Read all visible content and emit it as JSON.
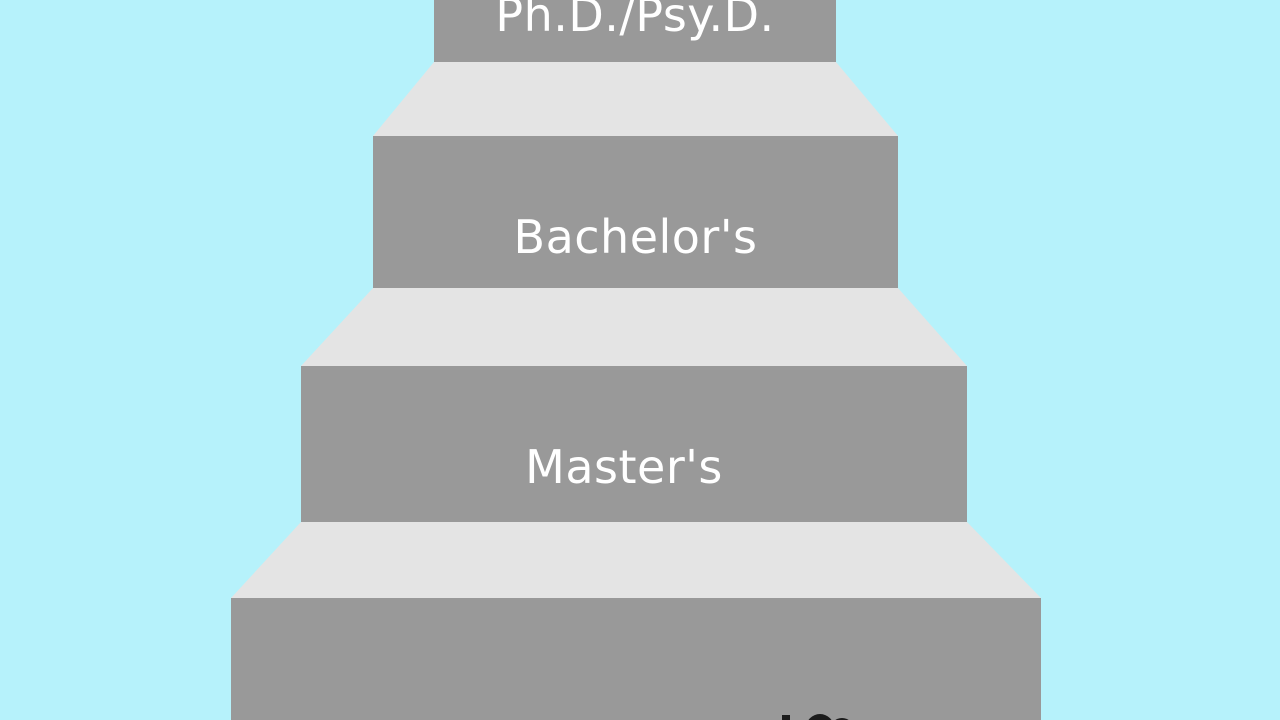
{
  "diagram": {
    "background_color": "#b6f2fb",
    "riser_color": "#999999",
    "tread_color": "#e4e4e4",
    "label_color": "#ffffff",
    "steps": [
      {
        "label": "Ph.D./Psy.D."
      },
      {
        "label": "Bachelor's"
      },
      {
        "label": "Master's"
      },
      {
        "label": ""
      }
    ],
    "decoration": "partial-dark-icon"
  }
}
